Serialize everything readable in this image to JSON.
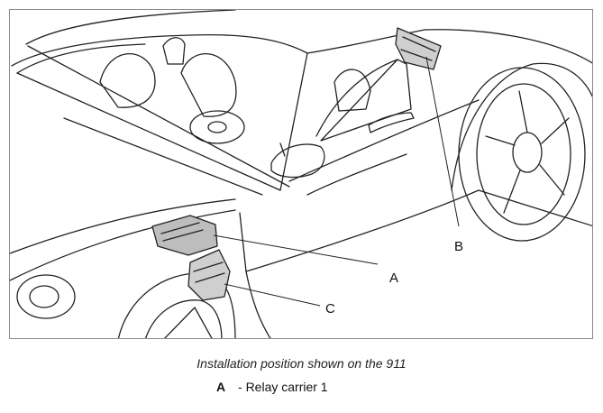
{
  "callouts": {
    "a": "A",
    "b": "B",
    "c": "C"
  },
  "caption": "Installation position shown on the 911",
  "legend": [
    {
      "key": "A",
      "text": "- Relay carrier 1"
    }
  ]
}
